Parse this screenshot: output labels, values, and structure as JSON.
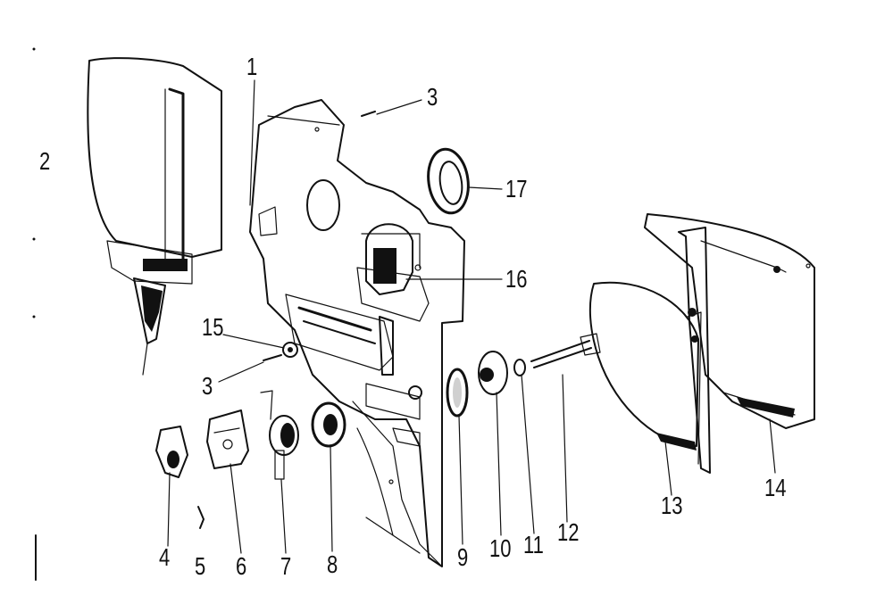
{
  "diagram": {
    "callouts": [
      {
        "id": "c1",
        "text": "1"
      },
      {
        "id": "c2",
        "text": "2"
      },
      {
        "id": "c3a",
        "text": "3"
      },
      {
        "id": "c3b",
        "text": "3"
      },
      {
        "id": "c4",
        "text": "4"
      },
      {
        "id": "c5",
        "text": "5"
      },
      {
        "id": "c6",
        "text": "6"
      },
      {
        "id": "c7",
        "text": "7"
      },
      {
        "id": "c8",
        "text": "8"
      },
      {
        "id": "c9",
        "text": "9"
      },
      {
        "id": "c10",
        "text": "10"
      },
      {
        "id": "c11",
        "text": "11"
      },
      {
        "id": "c12",
        "text": "12"
      },
      {
        "id": "c13",
        "text": "13"
      },
      {
        "id": "c14",
        "text": "14"
      },
      {
        "id": "c15",
        "text": "15"
      },
      {
        "id": "c16",
        "text": "16"
      },
      {
        "id": "c17",
        "text": "17"
      }
    ]
  },
  "colors": {
    "ink": "#111111",
    "background": "#ffffff"
  }
}
